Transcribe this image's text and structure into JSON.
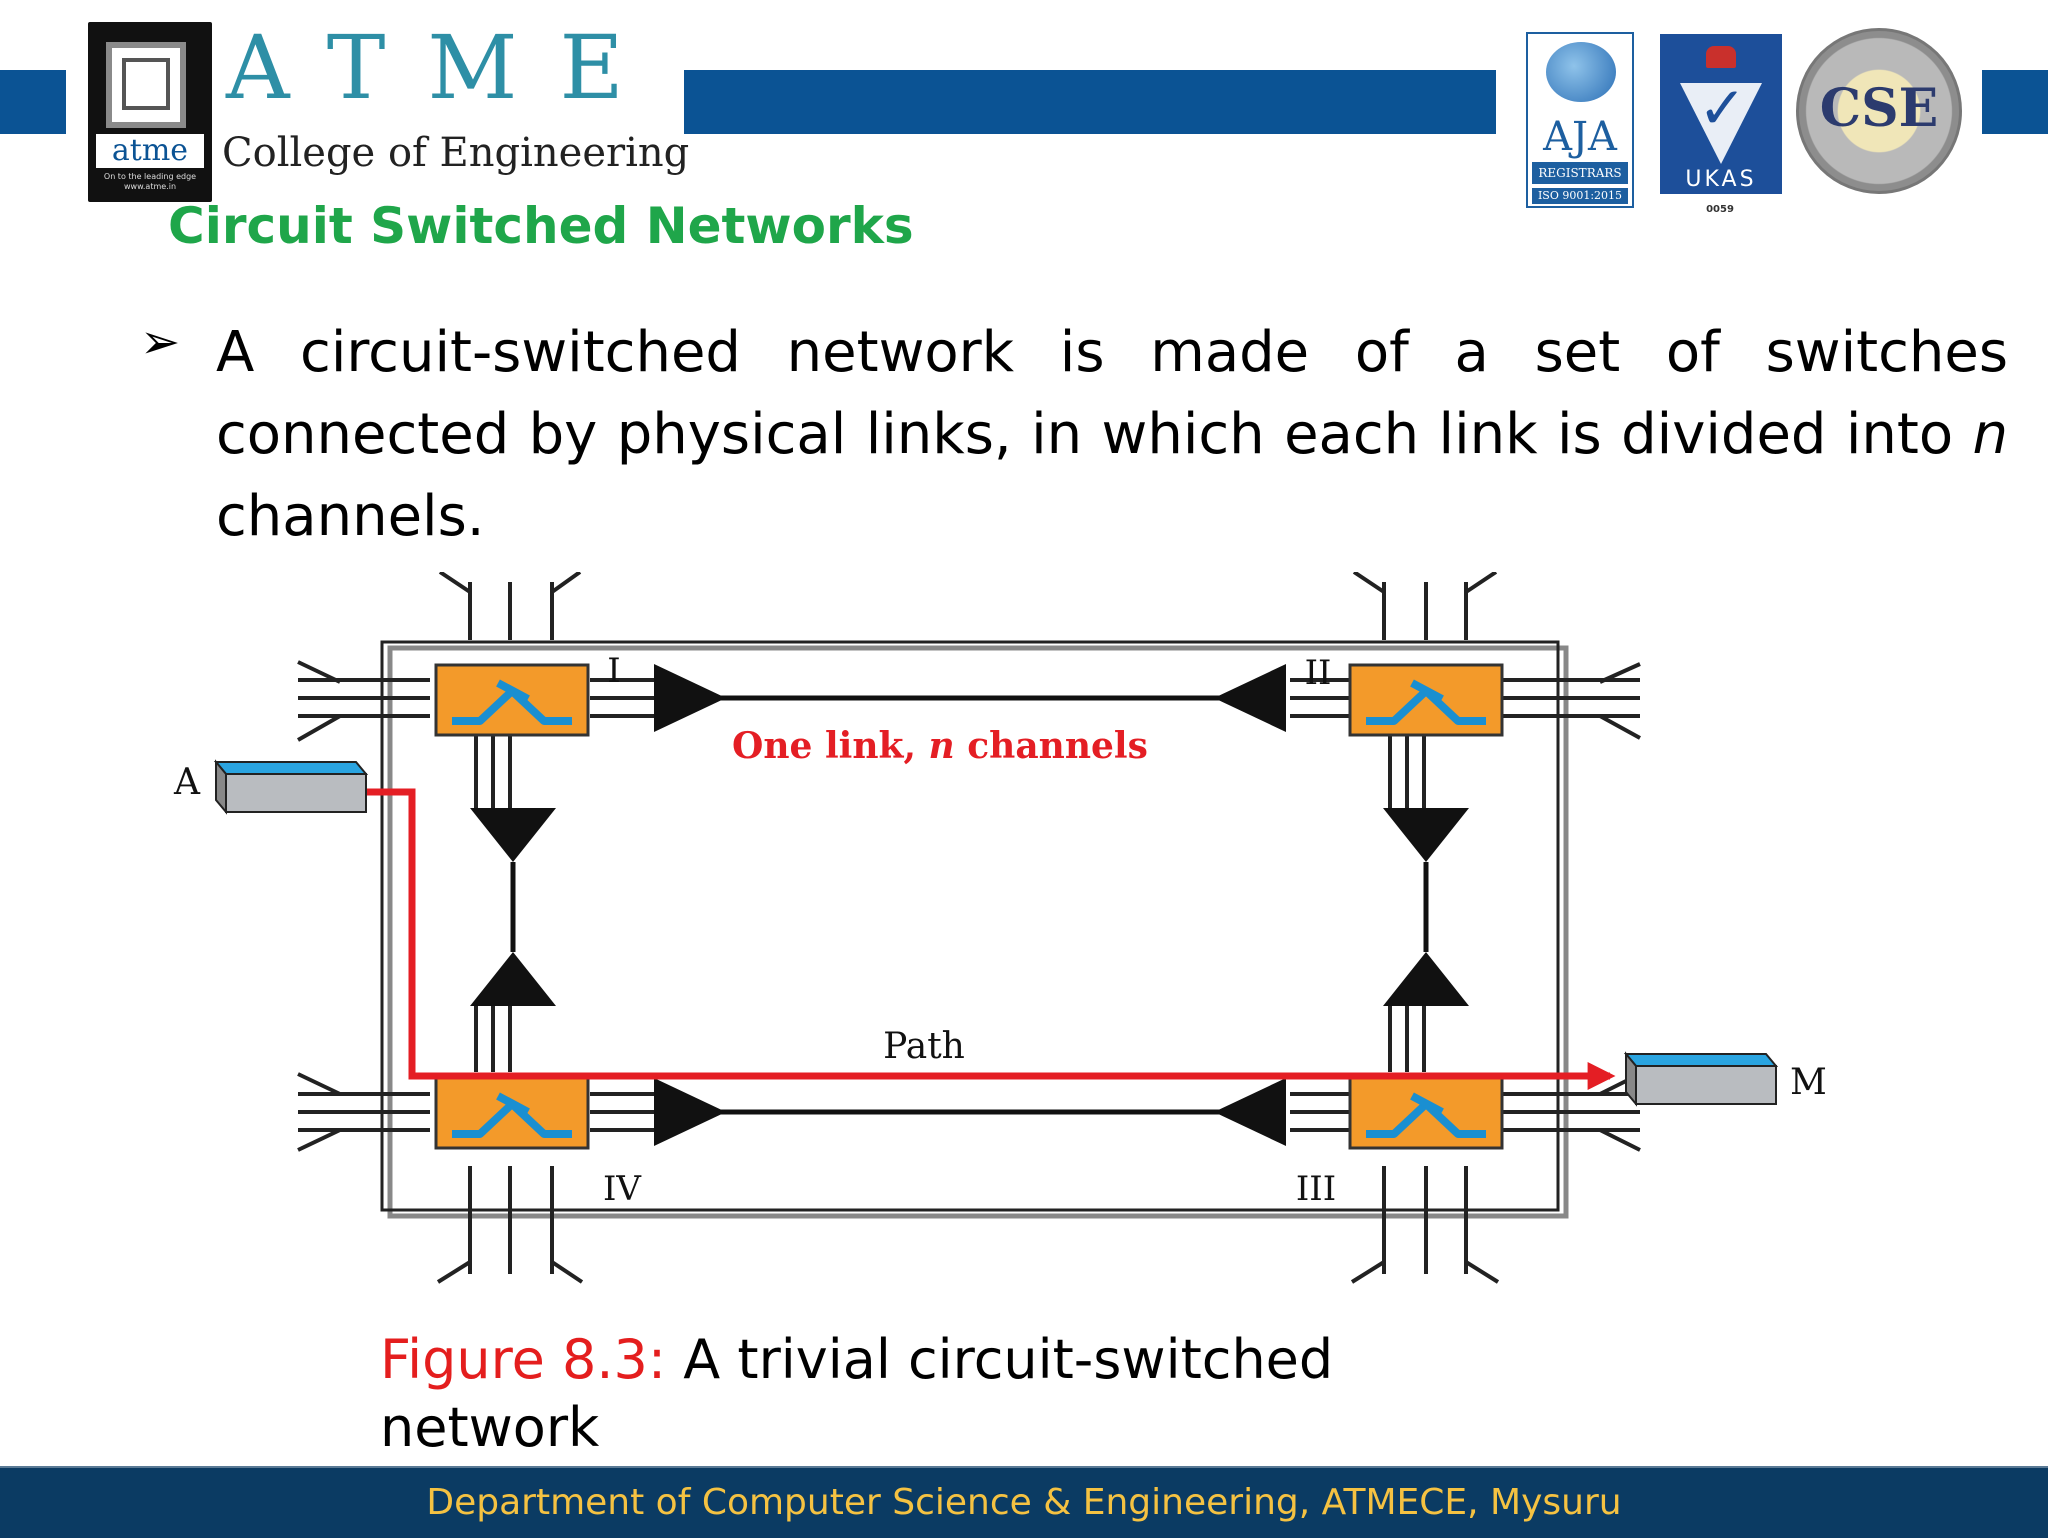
{
  "header": {
    "brand_name": "ATME",
    "brand_sub": "College of Engineering",
    "logo_word": "atme",
    "logo_tagline": "On to the leading edge\nwww.atme.in",
    "accent_color": "#0b5394",
    "certs": {
      "aja": "AJA",
      "aja_band": "REGISTRARS",
      "aja_iso": "ISO 9001:2015",
      "ukas": "UKAS",
      "ukas_num": "0059",
      "cse": "CSE"
    }
  },
  "slide": {
    "title": "Circuit Switched Networks",
    "title_color": "#1fa64a",
    "bullet_text_before": "A circuit-switched network is made of a set of switches connected by physical links, in which each link is divided into ",
    "bullet_text_italic": "n",
    "bullet_text_after": " channels."
  },
  "diagram": {
    "switch_labels": [
      "I",
      "II",
      "III",
      "IV"
    ],
    "station_a": "A",
    "station_m": "M",
    "link_label": "One link, ",
    "link_label_italic": "n",
    "link_label_end": " channels",
    "path_label": "Path",
    "switch_color": "#f39a2a",
    "path_color": "#e41e24",
    "station_color_top": "#2aa4e0",
    "station_color_body": "#b9bcc0"
  },
  "caption": {
    "figure": "Figure 8.3:",
    "text": " A trivial circuit-switched network"
  },
  "footer": {
    "text": "Department of Computer Science & Engineering, ATMECE, Mysuru"
  }
}
